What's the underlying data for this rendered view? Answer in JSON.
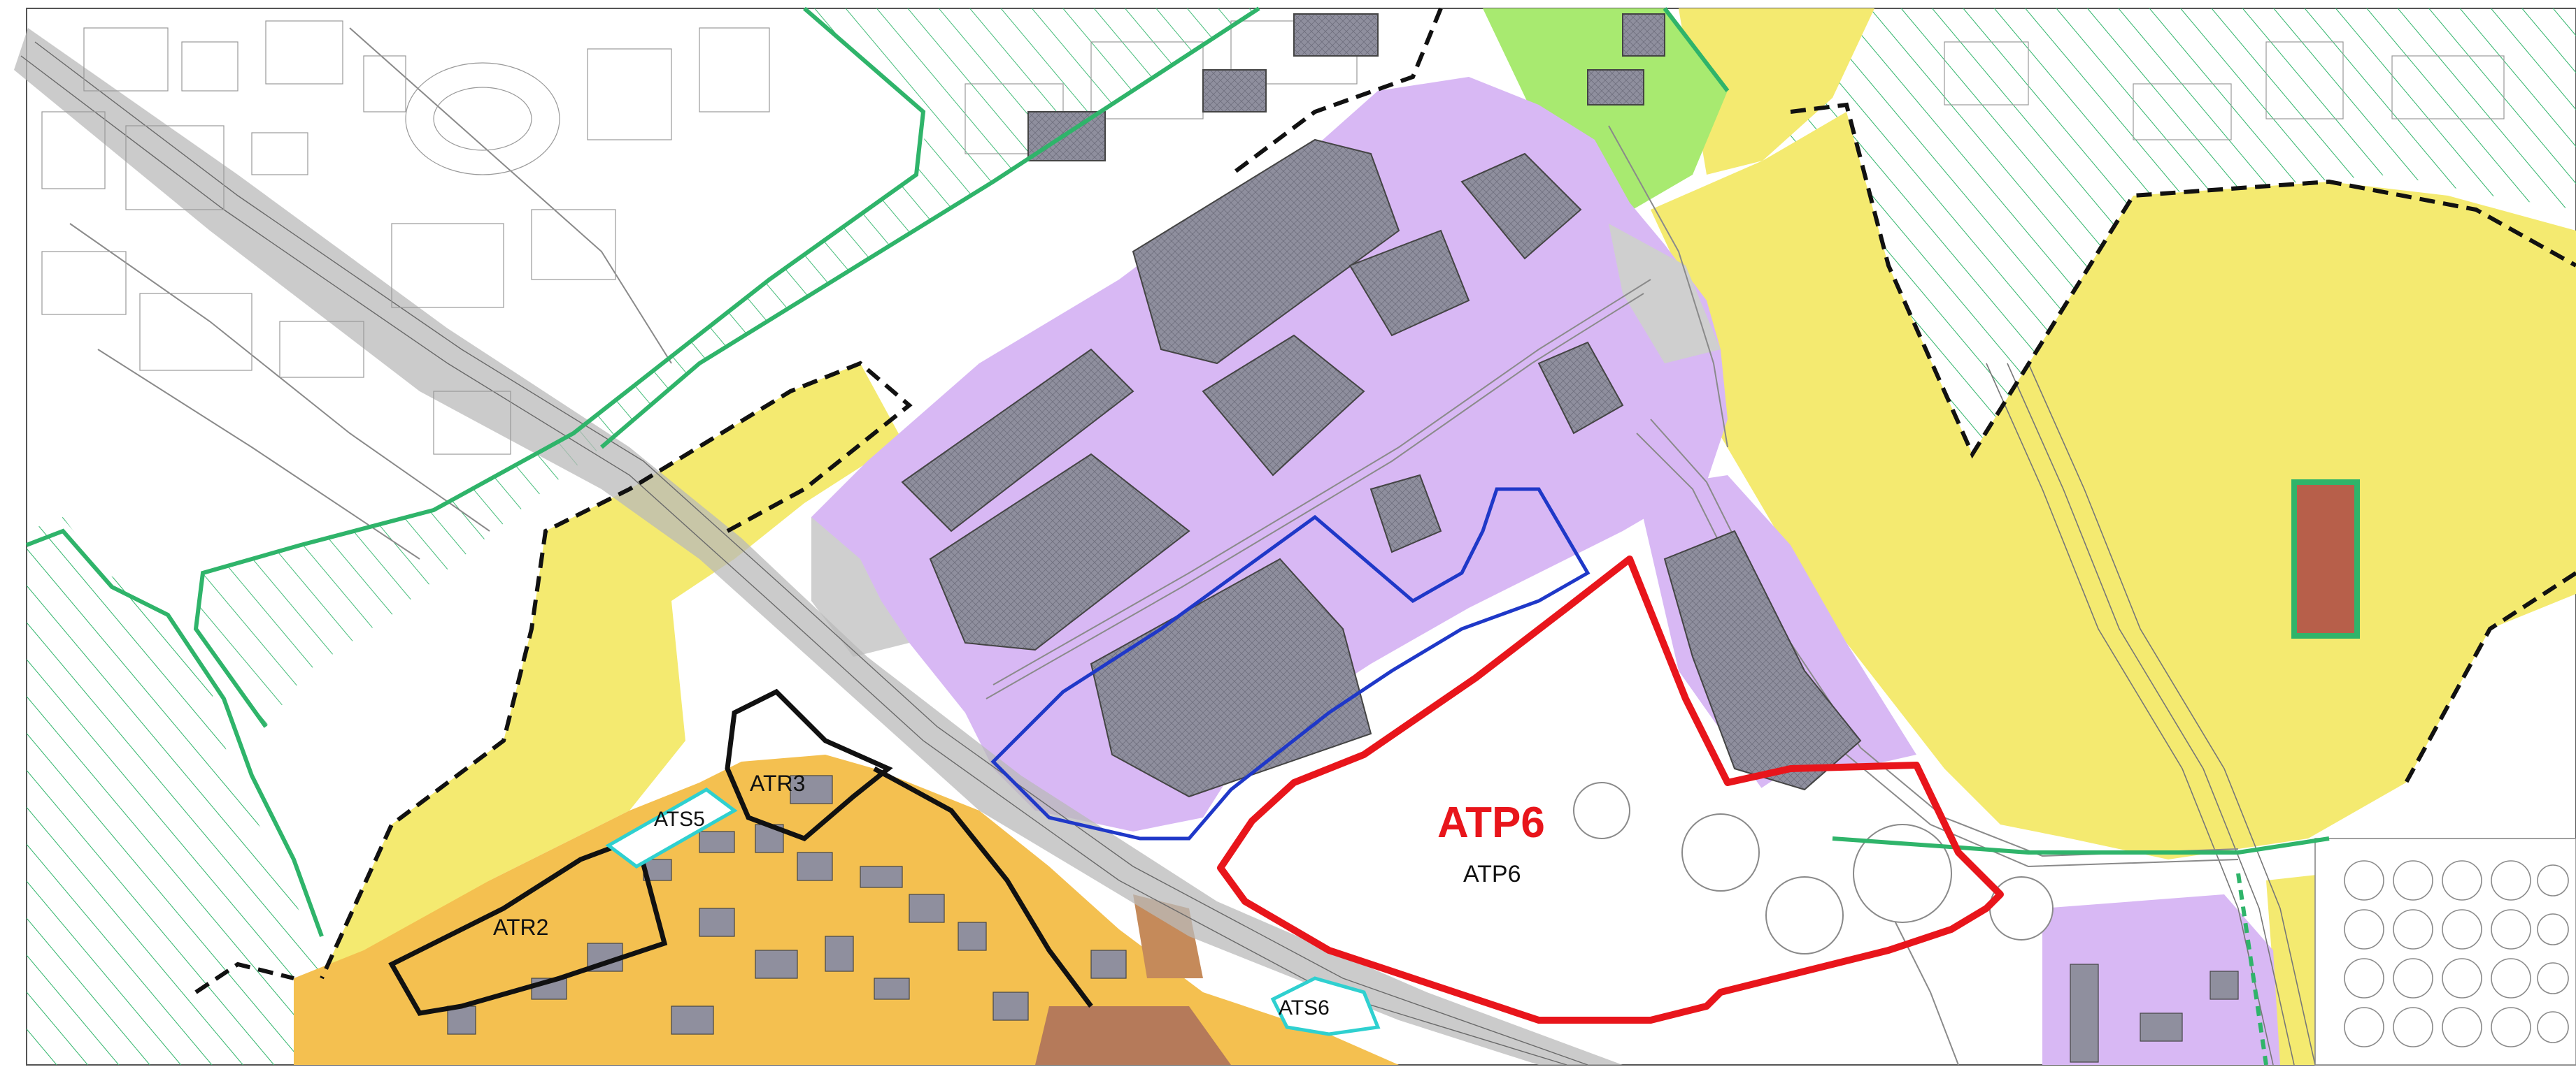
{
  "colors": {
    "industrial": "#d8b8f4",
    "agricultural": "#f4ea70",
    "residential": "#f4c050",
    "green_space": "#a8ea70",
    "hatch": "#2fb46a",
    "road": "#9a9a9a",
    "building": "#8f8f9e",
    "atp_outline": "#e8151b",
    "blue_outline": "#1f38c8",
    "perimeter": "#111111"
  },
  "labels": {
    "atp6_big": "ATP6",
    "atp6_small": "ATP6",
    "atr2": "ATR2",
    "atr3": "ATR3",
    "ats5": "ATS5",
    "ats6": "ATS6"
  }
}
